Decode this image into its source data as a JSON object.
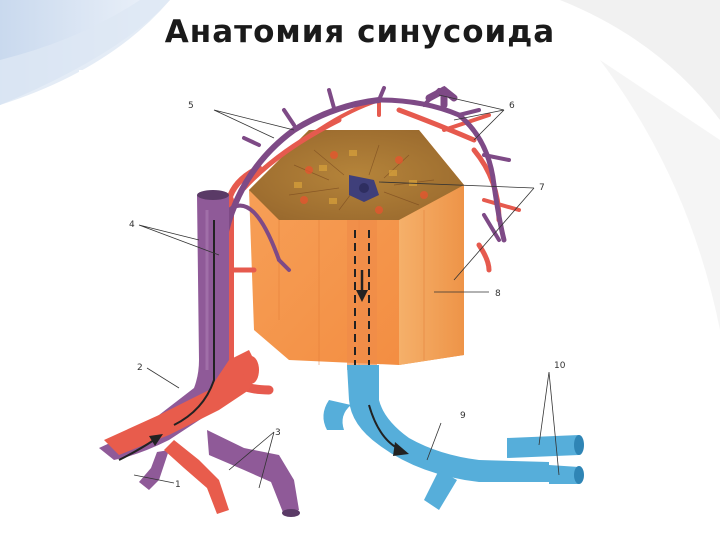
{
  "slide": {
    "title": "Анатомия синусоида"
  },
  "figure": {
    "labels": [
      "1",
      "2",
      "3",
      "4",
      "5",
      "6",
      "7",
      "8",
      "9",
      "10"
    ]
  }
}
